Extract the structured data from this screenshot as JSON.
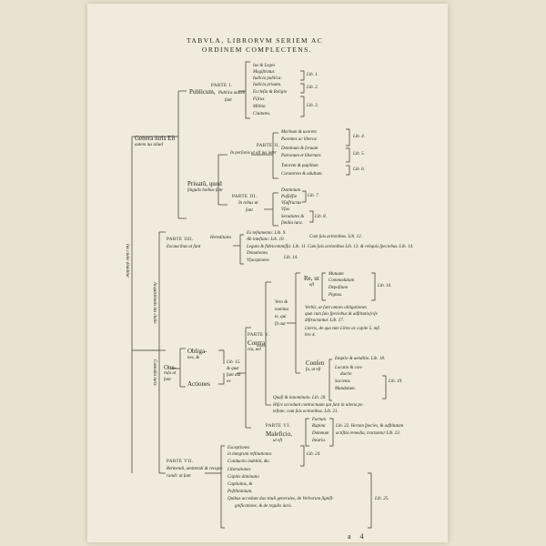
{
  "header": {
    "line1": "TABVLA, LIBRORVM SERIEM AC",
    "line2": "ORDINEM COMPLECTENS."
  },
  "vertical": {
    "ius_civile": "Ius ciuile diuiditur",
    "acquisitio": "Acquisitionis ius ciuile",
    "custodia": "Custodia iuris"
  },
  "root": {
    "genera_l1": "Genera iuris Eſt",
    "genera_l2": "autem ius aliud"
  },
  "pars1": {
    "label": "PARTE I.",
    "publicum": "Publicum,",
    "publicum_suffix": "Publica autem",
    "sunt": "ſunt",
    "items": [
      "Ius & Leges",
      "Magiſtratus",
      "Iudicia publica:",
      "Iudicia priuata.",
      "Eccleſia & Religio",
      "Fiſcus",
      "Militia",
      "Ciuitates."
    ],
    "lib1": "Lib. 1.",
    "lib2": "Lib. 2.",
    "lib3": "Lib. 3."
  },
  "pars2": {
    "label": "PARTE II.",
    "text": "In perſonis ut eſt ius inter",
    "items": [
      "Maritum & uxorem",
      "Parentes ac liberos:",
      "Dominum & ſeruum",
      "Patronum et libertum:",
      "Tutorem & pupillum",
      "Curatorem & adultum."
    ],
    "lib4": "Lib. 4.",
    "lib5": "Lib. 5.",
    "lib6": "Lib. 6."
  },
  "privatum": {
    "l1": "Priuatū, quod",
    "l2": "ſingulis hoibus ſunt"
  },
  "pars3": {
    "label": "PARTE III.",
    "l1": "In rebus ut",
    "l2": "ſunt",
    "items": [
      "Dominium",
      "Poſſeſſio",
      "Vſuſfructus",
      "Vſus",
      "Seruitutes &",
      "ſimilia iura."
    ],
    "lib7": "Lib. 7.",
    "lib8": "Lib. 8."
  },
  "pars4": {
    "label": "PARTE IIII.",
    "text": "Excaucibus ut ſunt",
    "hereditates": "Hereditates",
    "items": [
      "Ex teſtamento: Lib. 9.",
      "Ab inteſtato: Lib. 10.",
      "Legata & fideicommiſſa: Lib. 11. Cum ſuis actionibus Lib. 13. & reliquis ſpeciebus. Lib. 14.",
      "Donationes",
      "Vſucapiones"
    ],
    "ex_test_suffix": "Cum ſuis actionibus. Lib. 12.",
    "lib_vsucap": "Lib. 14."
  },
  "obligations": {
    "oner_l1": "One-",
    "oner_l2": "roſa ut",
    "oner_l3": "ſunt",
    "obliga_l1": "Obliga-",
    "obliga_l2": "nes, &",
    "actiones": "Actiones",
    "lib15_l1": "Lib. 15.",
    "lib15_l2": "& quæ",
    "lib15_l3": "ſunt aut",
    "lib15_l4": "ex",
    "pars5_label": "PARTE V.",
    "contra_l1": "Contra",
    "contra_l2": "ctu, uel",
    "vero_l1": "Vero &",
    "vero_l2": "nomina",
    "vero_l3": "te, qui",
    "vero_l4": "ſit aut",
    "re_l1": "Re, ut",
    "re_l2": "eſt",
    "re_items": [
      "Mutuum",
      "Commodatum",
      "Depoſitum",
      "Pignus."
    ],
    "lib16": "Lib. 16.",
    "verbis": "Verbis, ut ſunt omnes obligationes",
    "verbis2": "quæ cum ſuis ſpeciebus & adſtitutio[n]e",
    "verbis3": "diſtractantur. Lib. 17.",
    "literis": "Literis, de quo tute Libro ac capite 5. mſi",
    "literis2": "bro 4.",
    "consensu_l1": "Conſen",
    "consensu_l2": "ſu, ut eſt",
    "cons_items": [
      "Emptio & uenditio. Lib. 18.",
      "Locatio & con-",
      "ductio",
      "Societas",
      "Mandatum."
    ],
    "lib19": "Lib. 19.",
    "innom1": "Quaſi & innominato. Lib. 20.",
    "innom2": "Hiſce accedunt contractuum qui ſunt in aliena po",
    "innom3": "teſtate, cum ſuis actionibus. Lib. 21.",
    "pars6_label": "PARTE VI.",
    "malef_l1": "Maleficio,",
    "malef_l2": "ut eſt",
    "malef_items": [
      "Furtum",
      "Rapina",
      "Damnum",
      "Iniuria."
    ],
    "lib22": "Lib. 22. Horum ſpecies, & adſtitutam",
    "lib22b": "actiſtia remedia, tractantur Lib. 23."
  },
  "pars7": {
    "label": "PARTE VII.",
    "ret_l1": "Retinendi, amittendi & recupe-",
    "ret_l2": "randi: ut ſunt",
    "items": [
      "Exceptiones",
      "in integrum reſtitutiones",
      "Conductio indebiti, &c.",
      "Liberationes",
      "Capitis diminutio",
      "Captiuitas, &",
      "Poſtliminium.",
      "Quibus accedunt duo tituli generales, de Verborum ſignifi-",
      "gnificatione, & de regulis iuris."
    ],
    "lib24": "Lib. 24.",
    "lib25": "Lib. 25."
  },
  "folio": "a 4"
}
